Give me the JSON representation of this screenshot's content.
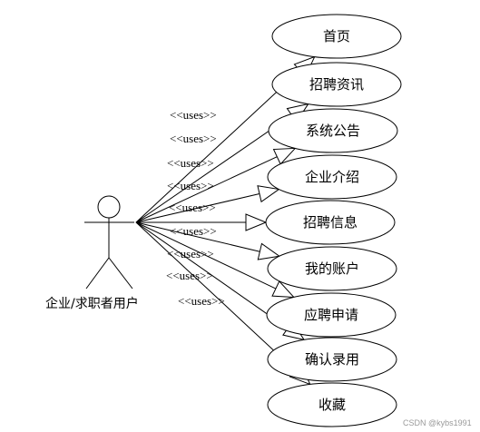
{
  "actor": {
    "label": "企业/求职者用户"
  },
  "relation_label": "<<uses>>",
  "use_cases": [
    {
      "label": "首页"
    },
    {
      "label": "招聘资讯"
    },
    {
      "label": "系统公告"
    },
    {
      "label": "企业介绍"
    },
    {
      "label": "招聘信息"
    },
    {
      "label": "我的账户"
    },
    {
      "label": "应聘申请"
    },
    {
      "label": "确认录用"
    },
    {
      "label": "收藏"
    }
  ],
  "watermark": "CSDN @kybs1991"
}
